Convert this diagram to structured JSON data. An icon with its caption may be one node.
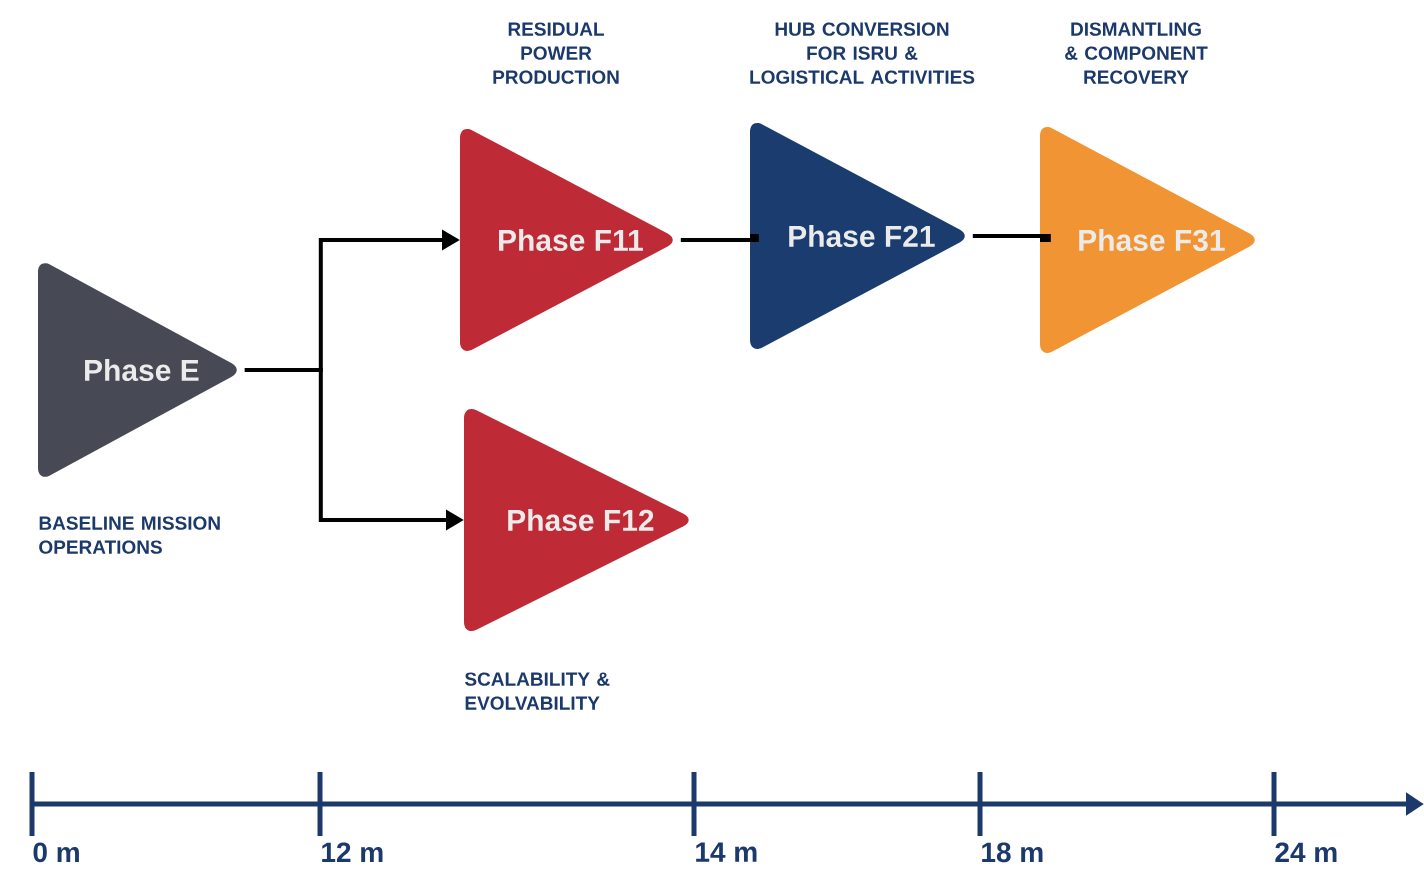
{
  "diagram": {
    "nodes": [
      {
        "text": [
          "Phase E"
        ],
        "beside": [
          "BASELINE MISSION OPERATIONS"
        ]
      },
      {
        "text": [
          "Phase F11"
        ],
        "beside": [
          "RESIDUAL POWER PRODUCTION"
        ]
      },
      {
        "text": [
          "Phase F12"
        ],
        "beside": [
          "SCALABILITY & EVOLVABILITY"
        ]
      },
      {
        "text": [
          "Phase F21"
        ],
        "beside": [
          "HUB CONVERSION FOR ISRU & LOGISTICAL ACTIVITIES"
        ]
      },
      {
        "text": [
          "Phase F31"
        ],
        "beside": [
          "DISMANTLING & COMPONENT RECOVERY"
        ]
      }
    ],
    "edges": [
      {
        "from": 0,
        "to": 1,
        "arrow": "to"
      },
      {
        "from": 0,
        "to": 2,
        "arrow": "to"
      },
      {
        "from": 1,
        "to": 3,
        "arrow": "none"
      },
      {
        "from": 3,
        "to": 4,
        "arrow": "none"
      }
    ],
    "labels": [
      "0 m",
      "12 m",
      "14 m",
      "18 m",
      "24 m"
    ]
  }
}
